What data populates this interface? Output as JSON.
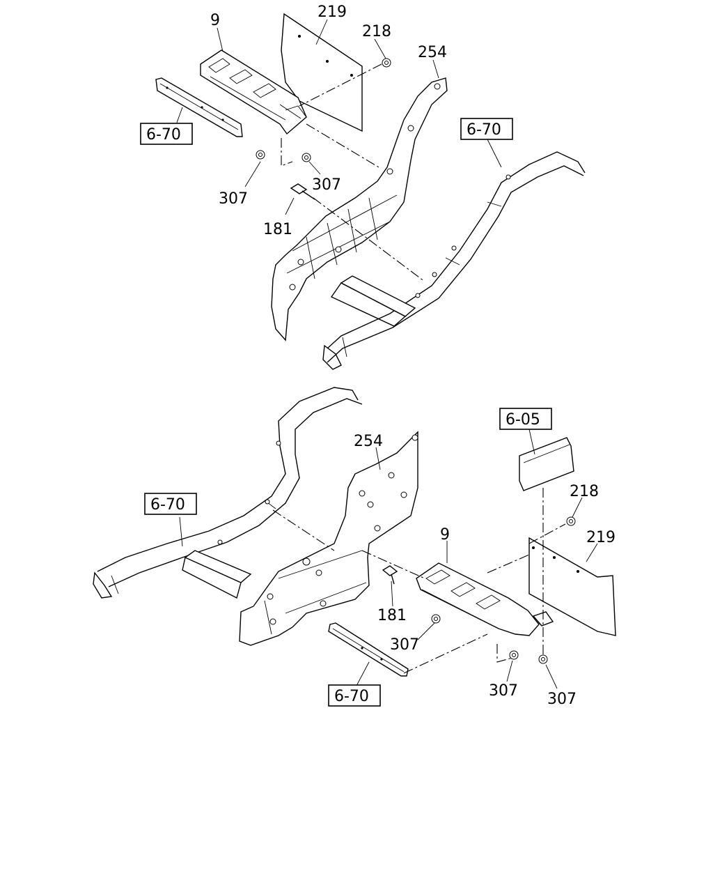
{
  "upper": {
    "callouts": {
      "part_9": "9",
      "part_219": "219",
      "part_218": "218",
      "part_254": "254",
      "part_307_left": "307",
      "part_307_right": "307",
      "part_181": "181"
    },
    "refs": {
      "ref_left": "6-70",
      "ref_right": "6-70"
    }
  },
  "lower": {
    "callouts": {
      "part_254": "254",
      "part_9": "9",
      "part_218": "218",
      "part_219": "219",
      "part_181": "181",
      "part_307_a": "307",
      "part_307_b": "307",
      "part_307_c": "307"
    },
    "refs": {
      "ref_left": "6-70",
      "ref_bottom": "6-70",
      "ref_top_right": "6-05"
    }
  }
}
